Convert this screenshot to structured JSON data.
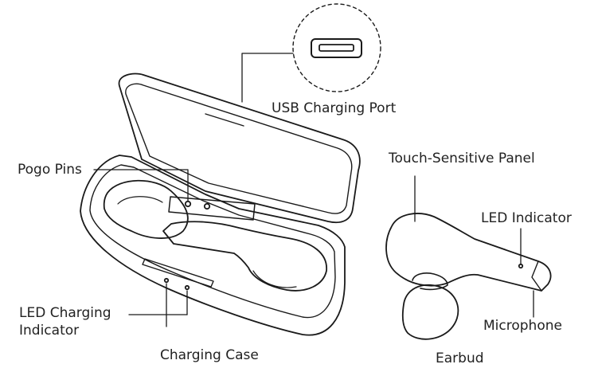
{
  "labels": {
    "usb_port": "USB Charging Port",
    "pogo_pins": "Pogo Pins",
    "led_charging_line1": "LED Charging",
    "led_charging_line2": "Indicator",
    "charging_case": "Charging Case",
    "touch_panel": "Touch-Sensitive Panel",
    "led_indicator": "LED Indicator",
    "microphone": "Microphone",
    "earbud": "Earbud"
  },
  "colors": {
    "stroke": "#1a1a1a",
    "text": "#222222",
    "background": "#ffffff"
  }
}
